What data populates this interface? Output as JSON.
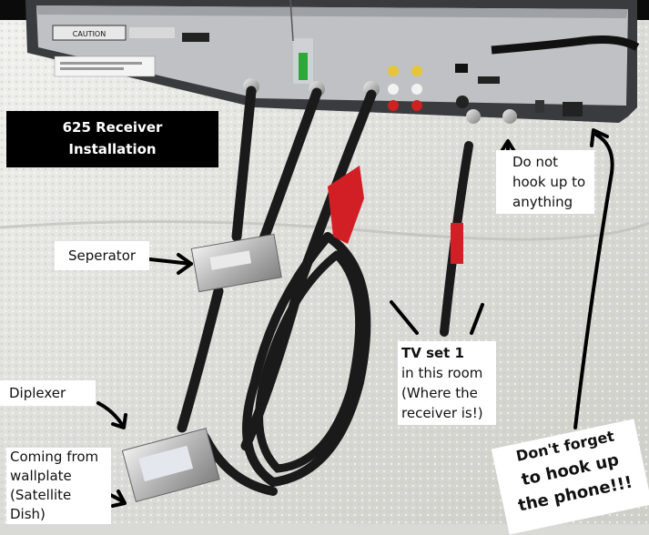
{
  "title": {
    "line1": "625 Receiver",
    "line2": "Installation"
  },
  "labels": {
    "seperator": "Seperator",
    "diplexer": "Diplexer",
    "coming_from_line1": "Coming from",
    "coming_from_line2": "wallplate",
    "coming_from_line3": "(Satellite",
    "coming_from_line4": "Dish)",
    "do_not_line1": "Do not",
    "do_not_line2": "hook up to",
    "do_not_line3": "anything",
    "tv_line1": "TV set 1",
    "tv_line2": "in this room",
    "tv_line3": "(Where the",
    "tv_line4": "receiver is!)",
    "phone_line1": "Don't forget",
    "phone_line2": "to hook up",
    "phone_line3": "the phone!!!"
  },
  "device": {
    "caution_text": "CAUTION"
  },
  "colors": {
    "receiver_body": "#3a3b3f",
    "towel": "#e4e4e0",
    "cable": "#1a1a1a",
    "red_tape": "#d21f26"
  }
}
